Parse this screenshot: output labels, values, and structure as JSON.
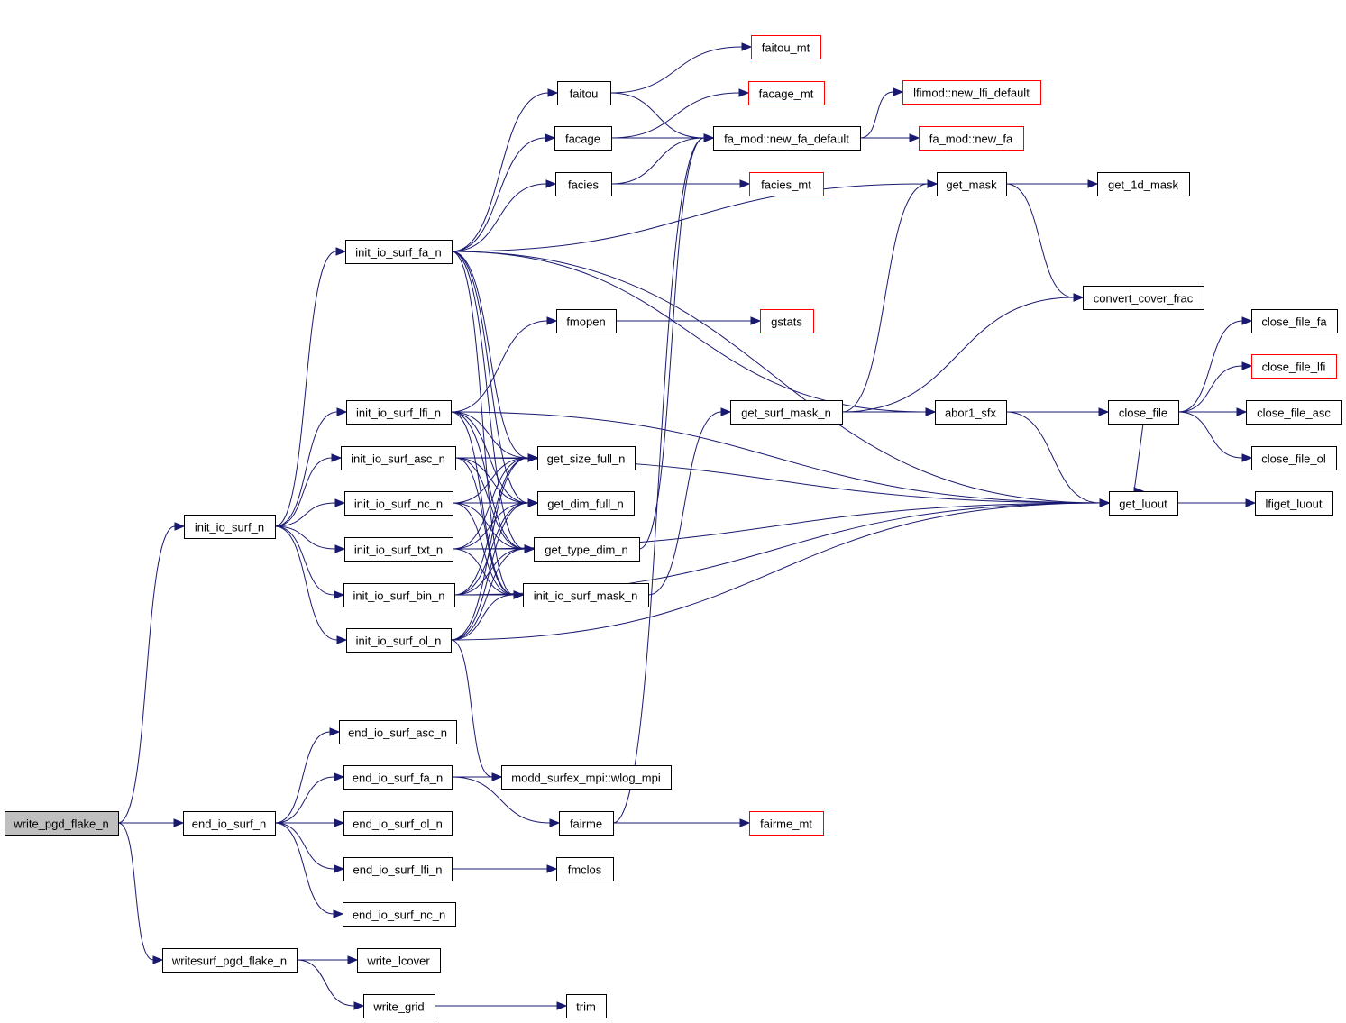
{
  "graph": {
    "type": "call-graph",
    "root": "write_pgd_flake_n",
    "colors": {
      "edge": "#191970",
      "root_fill": "#bfbfbf",
      "external_border": "#ff0000",
      "node_border": "#000000"
    },
    "nodes": [
      {
        "id": "write_pgd_flake_n",
        "label": "write_pgd_flake_n",
        "root": true
      },
      {
        "id": "init_io_surf_n",
        "label": "init_io_surf_n"
      },
      {
        "id": "end_io_surf_n",
        "label": "end_io_surf_n"
      },
      {
        "id": "writesurf_pgd_flake_n",
        "label": "writesurf_pgd_flake_n"
      },
      {
        "id": "init_io_surf_fa_n",
        "label": "init_io_surf_fa_n"
      },
      {
        "id": "init_io_surf_lfi_n",
        "label": "init_io_surf_lfi_n"
      },
      {
        "id": "init_io_surf_asc_n",
        "label": "init_io_surf_asc_n"
      },
      {
        "id": "init_io_surf_nc_n",
        "label": "init_io_surf_nc_n"
      },
      {
        "id": "init_io_surf_txt_n",
        "label": "init_io_surf_txt_n"
      },
      {
        "id": "init_io_surf_bin_n",
        "label": "init_io_surf_bin_n"
      },
      {
        "id": "init_io_surf_ol_n",
        "label": "init_io_surf_ol_n"
      },
      {
        "id": "end_io_surf_asc_n",
        "label": "end_io_surf_asc_n"
      },
      {
        "id": "end_io_surf_fa_n",
        "label": "end_io_surf_fa_n"
      },
      {
        "id": "end_io_surf_ol_n",
        "label": "end_io_surf_ol_n"
      },
      {
        "id": "end_io_surf_lfi_n",
        "label": "end_io_surf_lfi_n"
      },
      {
        "id": "end_io_surf_nc_n",
        "label": "end_io_surf_nc_n"
      },
      {
        "id": "write_lcover",
        "label": "write_lcover"
      },
      {
        "id": "write_grid",
        "label": "write_grid"
      },
      {
        "id": "faitou",
        "label": "faitou"
      },
      {
        "id": "facage",
        "label": "facage"
      },
      {
        "id": "facies",
        "label": "facies"
      },
      {
        "id": "fmopen",
        "label": "fmopen"
      },
      {
        "id": "get_size_full_n",
        "label": "get_size_full_n"
      },
      {
        "id": "get_dim_full_n",
        "label": "get_dim_full_n"
      },
      {
        "id": "get_type_dim_n",
        "label": "get_type_dim_n"
      },
      {
        "id": "init_io_surf_mask_n",
        "label": "init_io_surf_mask_n"
      },
      {
        "id": "wlog_mpi",
        "label": "modd_surfex_mpi::wlog_mpi"
      },
      {
        "id": "fairme",
        "label": "fairme"
      },
      {
        "id": "fmclos",
        "label": "fmclos"
      },
      {
        "id": "trim",
        "label": "trim"
      },
      {
        "id": "faitou_mt",
        "label": "faitou_mt",
        "external": true
      },
      {
        "id": "facage_mt",
        "label": "facage_mt",
        "external": true
      },
      {
        "id": "new_fa_default",
        "label": "fa_mod::new_fa_default"
      },
      {
        "id": "facies_mt",
        "label": "facies_mt",
        "external": true
      },
      {
        "id": "gstats",
        "label": "gstats",
        "external": true
      },
      {
        "id": "get_surf_mask_n",
        "label": "get_surf_mask_n"
      },
      {
        "id": "fairme_mt",
        "label": "fairme_mt",
        "external": true
      },
      {
        "id": "new_lfi_default",
        "label": "lfimod::new_lfi_default",
        "external": true
      },
      {
        "id": "new_fa",
        "label": "fa_mod::new_fa",
        "external": true
      },
      {
        "id": "get_mask",
        "label": "get_mask"
      },
      {
        "id": "abor1_sfx",
        "label": "abor1_sfx"
      },
      {
        "id": "get_1d_mask",
        "label": "get_1d_mask"
      },
      {
        "id": "convert_cover_frac",
        "label": "convert_cover_frac"
      },
      {
        "id": "close_file",
        "label": "close_file"
      },
      {
        "id": "get_luout",
        "label": "get_luout"
      },
      {
        "id": "close_file_fa",
        "label": "close_file_fa"
      },
      {
        "id": "close_file_lfi",
        "label": "close_file_lfi",
        "external": true
      },
      {
        "id": "close_file_asc",
        "label": "close_file_asc"
      },
      {
        "id": "close_file_ol",
        "label": "close_file_ol"
      },
      {
        "id": "lfiget_luout",
        "label": "lfiget_luout"
      }
    ],
    "edges": [
      [
        "write_pgd_flake_n",
        "init_io_surf_n"
      ],
      [
        "write_pgd_flake_n",
        "end_io_surf_n"
      ],
      [
        "write_pgd_flake_n",
        "writesurf_pgd_flake_n"
      ],
      [
        "init_io_surf_n",
        "init_io_surf_fa_n"
      ],
      [
        "init_io_surf_n",
        "init_io_surf_lfi_n"
      ],
      [
        "init_io_surf_n",
        "init_io_surf_asc_n"
      ],
      [
        "init_io_surf_n",
        "init_io_surf_nc_n"
      ],
      [
        "init_io_surf_n",
        "init_io_surf_txt_n"
      ],
      [
        "init_io_surf_n",
        "init_io_surf_bin_n"
      ],
      [
        "init_io_surf_n",
        "init_io_surf_ol_n"
      ],
      [
        "init_io_surf_fa_n",
        "faitou"
      ],
      [
        "init_io_surf_fa_n",
        "facage"
      ],
      [
        "init_io_surf_fa_n",
        "facies"
      ],
      [
        "init_io_surf_fa_n",
        "get_mask"
      ],
      [
        "init_io_surf_fa_n",
        "get_luout"
      ],
      [
        "init_io_surf_fa_n",
        "abor1_sfx"
      ],
      [
        "init_io_surf_fa_n",
        "get_size_full_n"
      ],
      [
        "init_io_surf_fa_n",
        "get_dim_full_n"
      ],
      [
        "init_io_surf_fa_n",
        "get_type_dim_n"
      ],
      [
        "init_io_surf_fa_n",
        "init_io_surf_mask_n"
      ],
      [
        "init_io_surf_lfi_n",
        "fmopen"
      ],
      [
        "init_io_surf_lfi_n",
        "get_luout"
      ],
      [
        "init_io_surf_lfi_n",
        "get_size_full_n"
      ],
      [
        "init_io_surf_lfi_n",
        "get_dim_full_n"
      ],
      [
        "init_io_surf_lfi_n",
        "get_type_dim_n"
      ],
      [
        "init_io_surf_lfi_n",
        "init_io_surf_mask_n"
      ],
      [
        "init_io_surf_asc_n",
        "get_luout"
      ],
      [
        "init_io_surf_asc_n",
        "get_size_full_n"
      ],
      [
        "init_io_surf_asc_n",
        "get_dim_full_n"
      ],
      [
        "init_io_surf_asc_n",
        "get_type_dim_n"
      ],
      [
        "init_io_surf_asc_n",
        "init_io_surf_mask_n"
      ],
      [
        "init_io_surf_nc_n",
        "get_size_full_n"
      ],
      [
        "init_io_surf_nc_n",
        "get_dim_full_n"
      ],
      [
        "init_io_surf_nc_n",
        "get_type_dim_n"
      ],
      [
        "init_io_surf_nc_n",
        "init_io_surf_mask_n"
      ],
      [
        "init_io_surf_txt_n",
        "get_size_full_n"
      ],
      [
        "init_io_surf_txt_n",
        "get_dim_full_n"
      ],
      [
        "init_io_surf_txt_n",
        "get_type_dim_n"
      ],
      [
        "init_io_surf_txt_n",
        "init_io_surf_mask_n"
      ],
      [
        "init_io_surf_txt_n",
        "get_luout"
      ],
      [
        "init_io_surf_bin_n",
        "get_size_full_n"
      ],
      [
        "init_io_surf_bin_n",
        "get_dim_full_n"
      ],
      [
        "init_io_surf_bin_n",
        "get_type_dim_n"
      ],
      [
        "init_io_surf_bin_n",
        "init_io_surf_mask_n"
      ],
      [
        "init_io_surf_bin_n",
        "get_luout"
      ],
      [
        "init_io_surf_ol_n",
        "get_size_full_n"
      ],
      [
        "init_io_surf_ol_n",
        "get_dim_full_n"
      ],
      [
        "init_io_surf_ol_n",
        "get_type_dim_n"
      ],
      [
        "init_io_surf_ol_n",
        "init_io_surf_mask_n"
      ],
      [
        "init_io_surf_ol_n",
        "get_luout"
      ],
      [
        "init_io_surf_ol_n",
        "wlog_mpi"
      ],
      [
        "end_io_surf_n",
        "end_io_surf_asc_n"
      ],
      [
        "end_io_surf_n",
        "end_io_surf_fa_n"
      ],
      [
        "end_io_surf_n",
        "end_io_surf_ol_n"
      ],
      [
        "end_io_surf_n",
        "end_io_surf_lfi_n"
      ],
      [
        "end_io_surf_n",
        "end_io_surf_nc_n"
      ],
      [
        "end_io_surf_fa_n",
        "wlog_mpi"
      ],
      [
        "end_io_surf_fa_n",
        "fairme"
      ],
      [
        "end_io_surf_lfi_n",
        "fmclos"
      ],
      [
        "writesurf_pgd_flake_n",
        "write_lcover"
      ],
      [
        "writesurf_pgd_flake_n",
        "write_grid"
      ],
      [
        "write_grid",
        "trim"
      ],
      [
        "faitou",
        "faitou_mt"
      ],
      [
        "faitou",
        "new_fa_default"
      ],
      [
        "facage",
        "facage_mt"
      ],
      [
        "facage",
        "new_fa_default"
      ],
      [
        "facies",
        "new_fa_default"
      ],
      [
        "facies",
        "facies_mt"
      ],
      [
        "fmopen",
        "gstats"
      ],
      [
        "get_type_dim_n",
        "new_fa_default"
      ],
      [
        "init_io_surf_mask_n",
        "get_surf_mask_n"
      ],
      [
        "fairme",
        "fairme_mt"
      ],
      [
        "fairme",
        "new_fa_default"
      ],
      [
        "new_fa_default",
        "new_lfi_default"
      ],
      [
        "new_fa_default",
        "new_fa"
      ],
      [
        "get_surf_mask_n",
        "get_mask"
      ],
      [
        "get_surf_mask_n",
        "abor1_sfx"
      ],
      [
        "get_surf_mask_n",
        "convert_cover_frac"
      ],
      [
        "get_mask",
        "get_1d_mask"
      ],
      [
        "get_mask",
        "convert_cover_frac"
      ],
      [
        "abor1_sfx",
        "close_file"
      ],
      [
        "abor1_sfx",
        "get_luout"
      ],
      [
        "close_file",
        "close_file_fa"
      ],
      [
        "close_file",
        "close_file_lfi"
      ],
      [
        "close_file",
        "close_file_asc"
      ],
      [
        "close_file",
        "close_file_ol"
      ],
      [
        "close_file",
        "get_luout"
      ],
      [
        "get_luout",
        "lfiget_luout"
      ]
    ]
  }
}
